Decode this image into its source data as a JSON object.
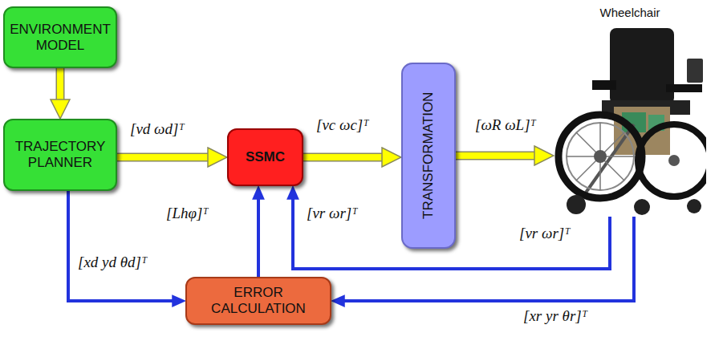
{
  "diagram": {
    "nodes": [
      {
        "text": [
          "ENVIRONMENT MODEL"
        ]
      },
      {
        "text": [
          "TRAJECTORY PLANNER"
        ]
      },
      {
        "text": [
          "SSMC"
        ]
      },
      {
        "text": [
          "TRANSFORMATION"
        ]
      },
      {
        "text": [
          "Wheelchair"
        ]
      },
      {
        "text": [
          "ERROR CALCULATION"
        ]
      }
    ],
    "edges": [
      {
        "from": 0,
        "to": 1,
        "arrow": "to"
      },
      {
        "from": 1,
        "to": 2,
        "label": "[vd ωd]ᵀ",
        "arrow": "to"
      },
      {
        "from": 2,
        "to": 3,
        "label": "[vc ωc]ᵀ",
        "arrow": "to"
      },
      {
        "from": 3,
        "to": 4,
        "label": "[ωR ωL]ᵀ",
        "arrow": "to"
      },
      {
        "from": 1,
        "to": 5,
        "label": "[xd yd θd]ᵀ",
        "arrow": "to"
      },
      {
        "from": 5,
        "to": 2,
        "label": "[Lhφ]ᵀ",
        "arrow": "to"
      },
      {
        "from": 4,
        "to": 2,
        "label": "[vr ωr]ᵀ",
        "arrow": "to"
      },
      {
        "from": 4,
        "to": 5,
        "label": "[xr yr θr]ᵀ",
        "arrow": "to"
      }
    ],
    "labels": [
      "[vr ωr]ᵀ"
    ]
  }
}
